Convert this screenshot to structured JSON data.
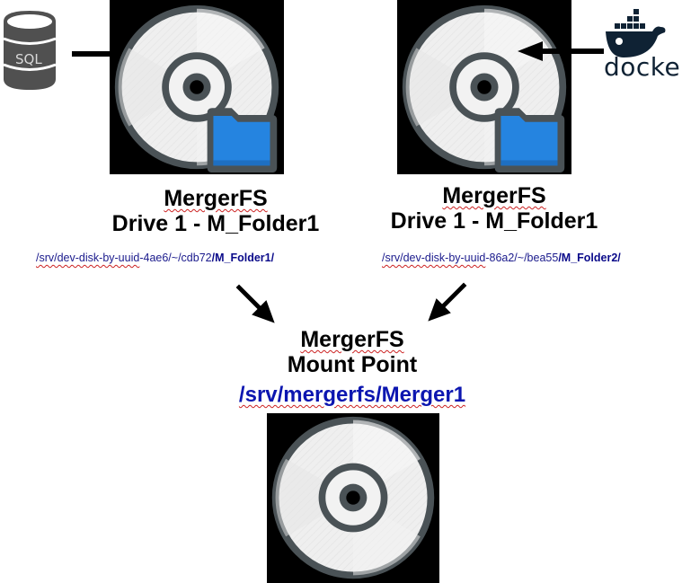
{
  "diagram": {
    "sources": {
      "left": {
        "icon": "sql-database-icon",
        "label": "SQL"
      },
      "right": {
        "icon": "docker-whale-icon",
        "label": "docker"
      }
    },
    "drives": [
      {
        "title_line1": "MergerFS",
        "title_line2": "Drive 1 - M_Folder1",
        "path_prefix_squiggled": "/srv/dev-disk-by-uuid",
        "path_middle": "-4ae6/~/cdb72",
        "path_folder": "/M_Folder1/"
      },
      {
        "title_line1": "MergerFS",
        "title_line2": "Drive 1 - M_Folder1",
        "path_prefix_squiggled": "/srv/dev-disk-by-uuid",
        "path_middle": "-86a2/~/bea55",
        "path_folder": "/M_Folder2/"
      }
    ],
    "mount": {
      "title_line1": "MergerFS",
      "title_line2": "Mount Point",
      "path": "/srv/mergerfs/Merger1"
    },
    "colors": {
      "tile_bg": "#000000",
      "disc_rim": "#4a5256",
      "disc_face": "#ececec",
      "folder_blue": "#2584e0",
      "path_blue": "#0c16b0",
      "docker_navy": "#0f2234",
      "sql_gray": "#505050"
    }
  }
}
